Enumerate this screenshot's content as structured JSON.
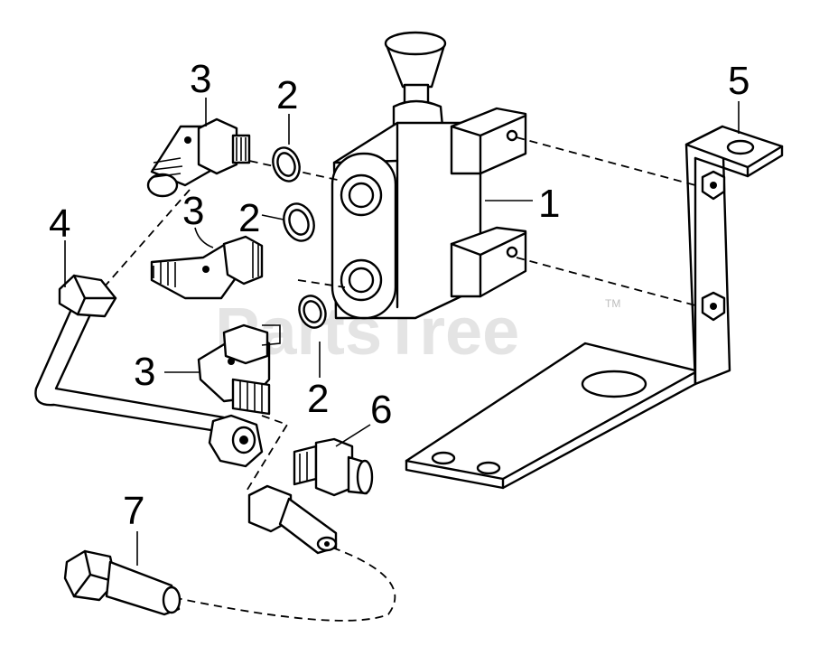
{
  "watermark": {
    "text": "PartsTree",
    "trademark": "TM"
  },
  "callouts": {
    "c1": "1",
    "c2a": "2",
    "c2b": "2",
    "c2c": "2",
    "c3a": "3",
    "c3b": "3",
    "c3c": "3",
    "c4": "4",
    "c5": "5",
    "c6": "6",
    "c7": "7"
  }
}
